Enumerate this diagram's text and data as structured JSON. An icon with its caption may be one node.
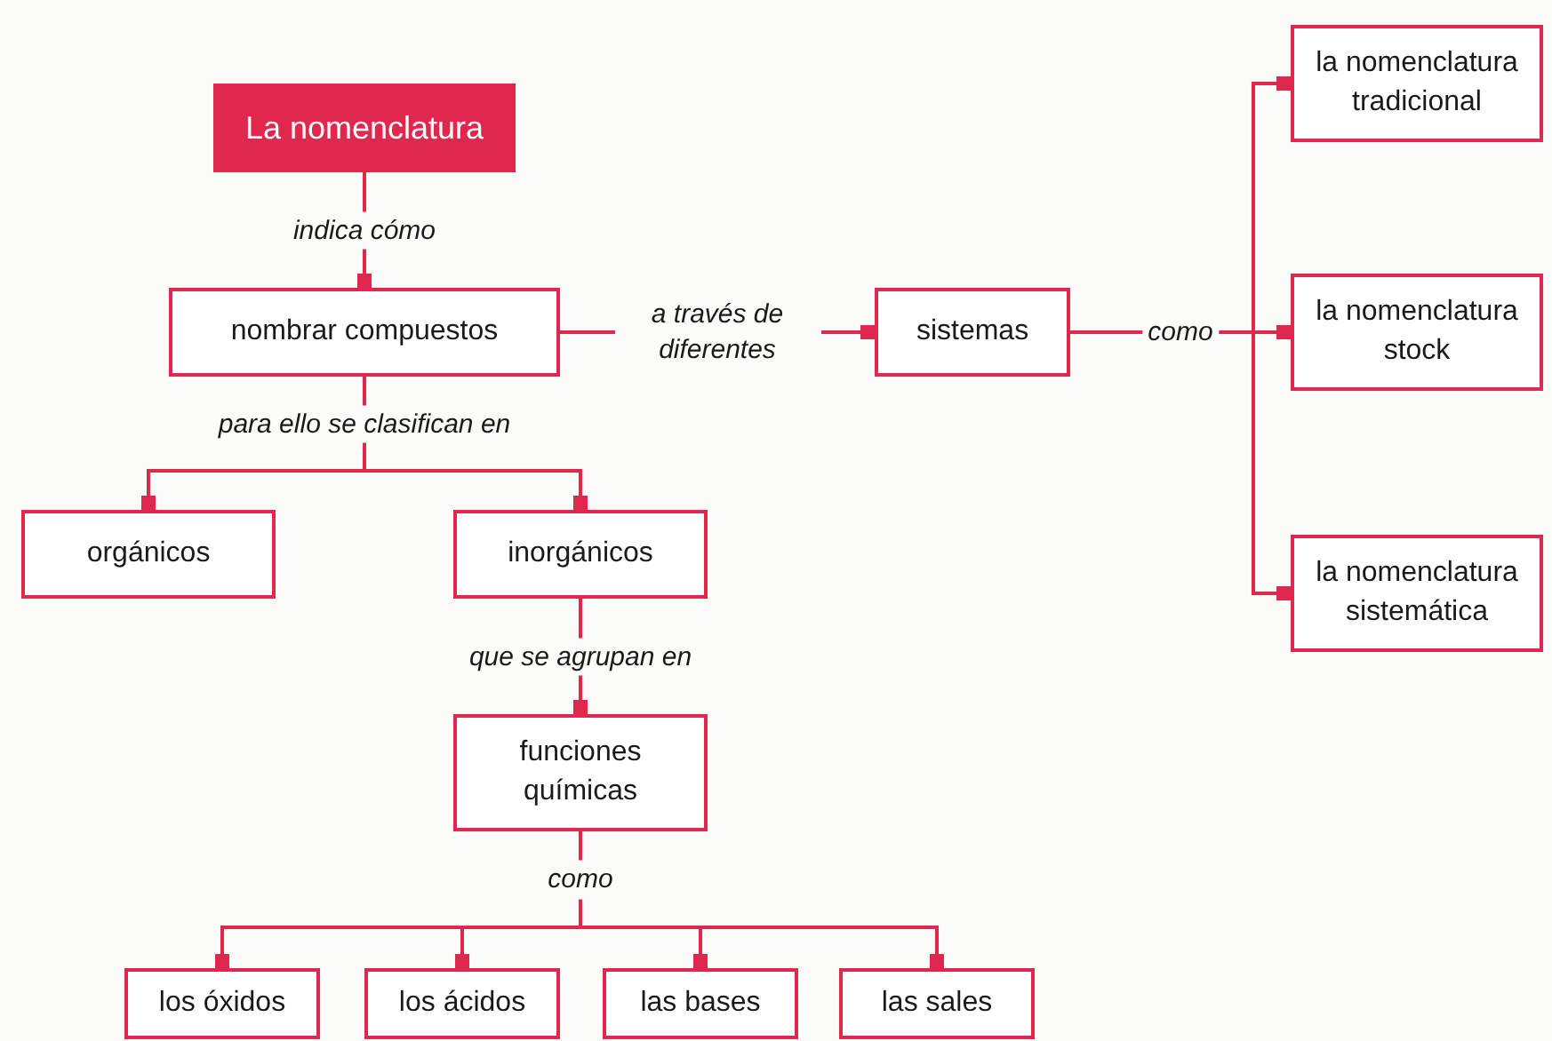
{
  "diagram": {
    "nodes": [
      {
        "text": [
          "La nomenclatura"
        ]
      },
      {
        "text": [
          "nombrar compuestos"
        ]
      },
      {
        "text": [
          "sistemas"
        ]
      },
      {
        "text": [
          "la nomenclatura tradicional"
        ]
      },
      {
        "text": [
          "la nomenclatura stock"
        ]
      },
      {
        "text": [
          "la nomenclatura sistemática"
        ]
      },
      {
        "text": [
          "orgánicos"
        ]
      },
      {
        "text": [
          "inorgánicos"
        ]
      },
      {
        "text": [
          "funciones químicas"
        ]
      },
      {
        "text": [
          "los óxidos"
        ]
      },
      {
        "text": [
          "los ácidos"
        ]
      },
      {
        "text": [
          "las bases"
        ]
      },
      {
        "text": [
          "las sales"
        ]
      }
    ],
    "edges": [
      {
        "from": 0,
        "to": 1,
        "arrow": "other",
        "label": "indica cómo"
      },
      {
        "from": 1,
        "to": 2,
        "arrow": "other",
        "label": "a través de diferentes"
      },
      {
        "from": 2,
        "to": 3,
        "arrow": "other"
      },
      {
        "from": 2,
        "to": 4,
        "arrow": "other",
        "label": "como"
      },
      {
        "from": 2,
        "to": 5,
        "arrow": "other"
      },
      {
        "from": 1,
        "to": 6,
        "arrow": "other",
        "label": "para ello se clasifican en"
      },
      {
        "from": 1,
        "to": 7,
        "arrow": "other"
      },
      {
        "from": 7,
        "to": 8,
        "arrow": "other",
        "label": "que se agrupan en"
      },
      {
        "from": 8,
        "to": 9,
        "arrow": "other",
        "label": "como"
      },
      {
        "from": 8,
        "to": 10,
        "arrow": "other"
      },
      {
        "from": 8,
        "to": 11,
        "arrow": "other"
      },
      {
        "from": 8,
        "to": 12,
        "arrow": "other"
      }
    ]
  }
}
